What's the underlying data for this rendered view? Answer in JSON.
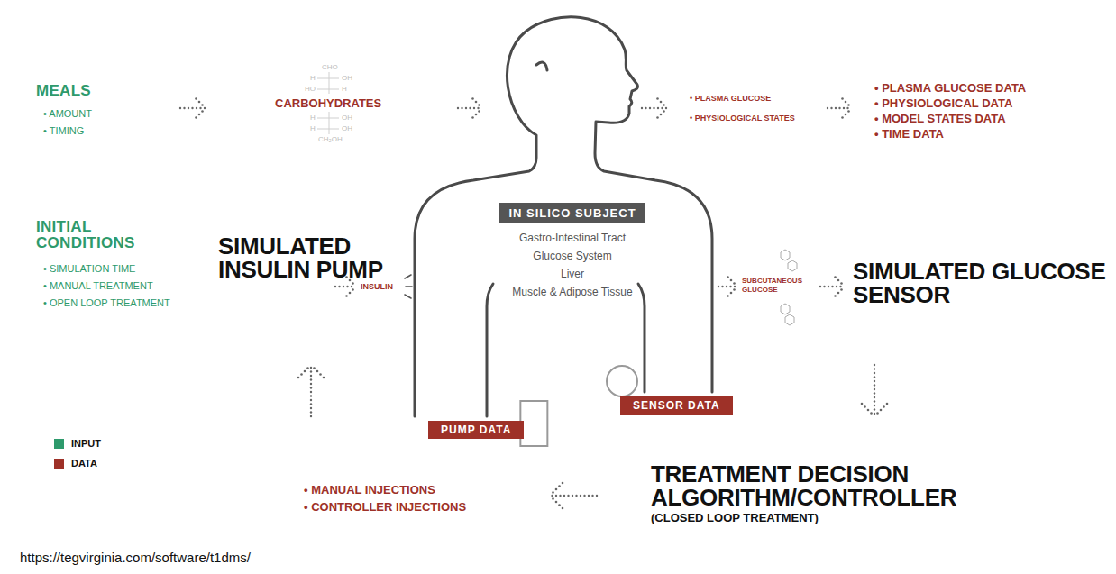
{
  "diagram": {
    "nodes": [
      {
        "text": [
          "Gastro-Intestinal Tract",
          "Glucose System",
          "Liver",
          "Muscle & Adipose Tissue"
        ]
      },
      {
        "text": [
          "IN SILICO SUBJECT"
        ],
        "in": 0
      },
      {
        "text": [
          "PUMP DATA"
        ]
      },
      {
        "text": [
          "SENSOR DATA"
        ]
      }
    ],
    "labels": [
      "MEALS",
      "• AMOUNT",
      "• TIMING",
      "CHO",
      "H",
      "OH",
      "HO",
      "H",
      "H",
      "OH",
      "H",
      "OH",
      "CH₂OH",
      "CARBOHYDRATES",
      "• PLASMA GLUCOSE",
      "• PHYSIOLOGICAL STATES",
      "• PLASMA GLUCOSE DATA",
      "• PHYSIOLOGICAL DATA",
      "• MODEL STATES DATA",
      "• TIME DATA",
      "INITIAL CONDITIONS",
      "• SIMULATION TIME",
      "• MANUAL TREATMENT",
      "• OPEN LOOP TREATMENT",
      "SIMULATED INSULIN PUMP",
      "INSULIN",
      "SUBCUTANEOUS GLUCOSE",
      "SIMULATED GLUCOSE SENSOR",
      "• MANUAL INJECTIONS",
      "• CONTROLLER INJECTIONS",
      "TREATMENT DECISION ALGORITHM/CONTROLLER",
      "(CLOSED LOOP TREATMENT)",
      "https://tegvirginia.com/software/t1dms/"
    ],
    "legend": [
      {
        "text": "INPUT",
        "color": "#2e9a6c"
      },
      {
        "text": "DATA",
        "color": "#9e3128"
      }
    ]
  }
}
